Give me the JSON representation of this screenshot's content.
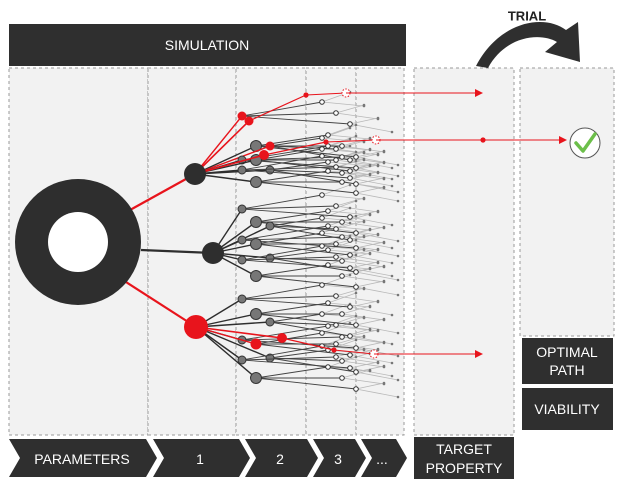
{
  "header": {
    "title": "SIMULATION"
  },
  "trial": {
    "label": "TRIAL"
  },
  "stages": [
    {
      "id": "parameters",
      "label": "PARAMETERS"
    },
    {
      "id": "step-1",
      "label": "1"
    },
    {
      "id": "step-2",
      "label": "2"
    },
    {
      "id": "step-3",
      "label": "3"
    },
    {
      "id": "step-more",
      "label": "..."
    }
  ],
  "target": {
    "line1": "TARGET",
    "line2": "PROPERTY"
  },
  "outcomes": {
    "optimal_path": {
      "line1": "OPTIMAL",
      "line2": "PATH"
    },
    "viability": {
      "label": "VIABILITY"
    }
  },
  "colors": {
    "dark_box": "#2f2f2f",
    "panel": "#f2f2f2",
    "dashed_border": "#9a9a9a",
    "highlight": "#e8141c",
    "node_dark": "#2e2e2e",
    "node_mid": "#777777",
    "branch_light": "#b8b8b8",
    "check": "#6cbf4a"
  },
  "icons": {
    "selected_result": "checkmark-icon",
    "trial_arrow": "curved-arrow-icon"
  }
}
